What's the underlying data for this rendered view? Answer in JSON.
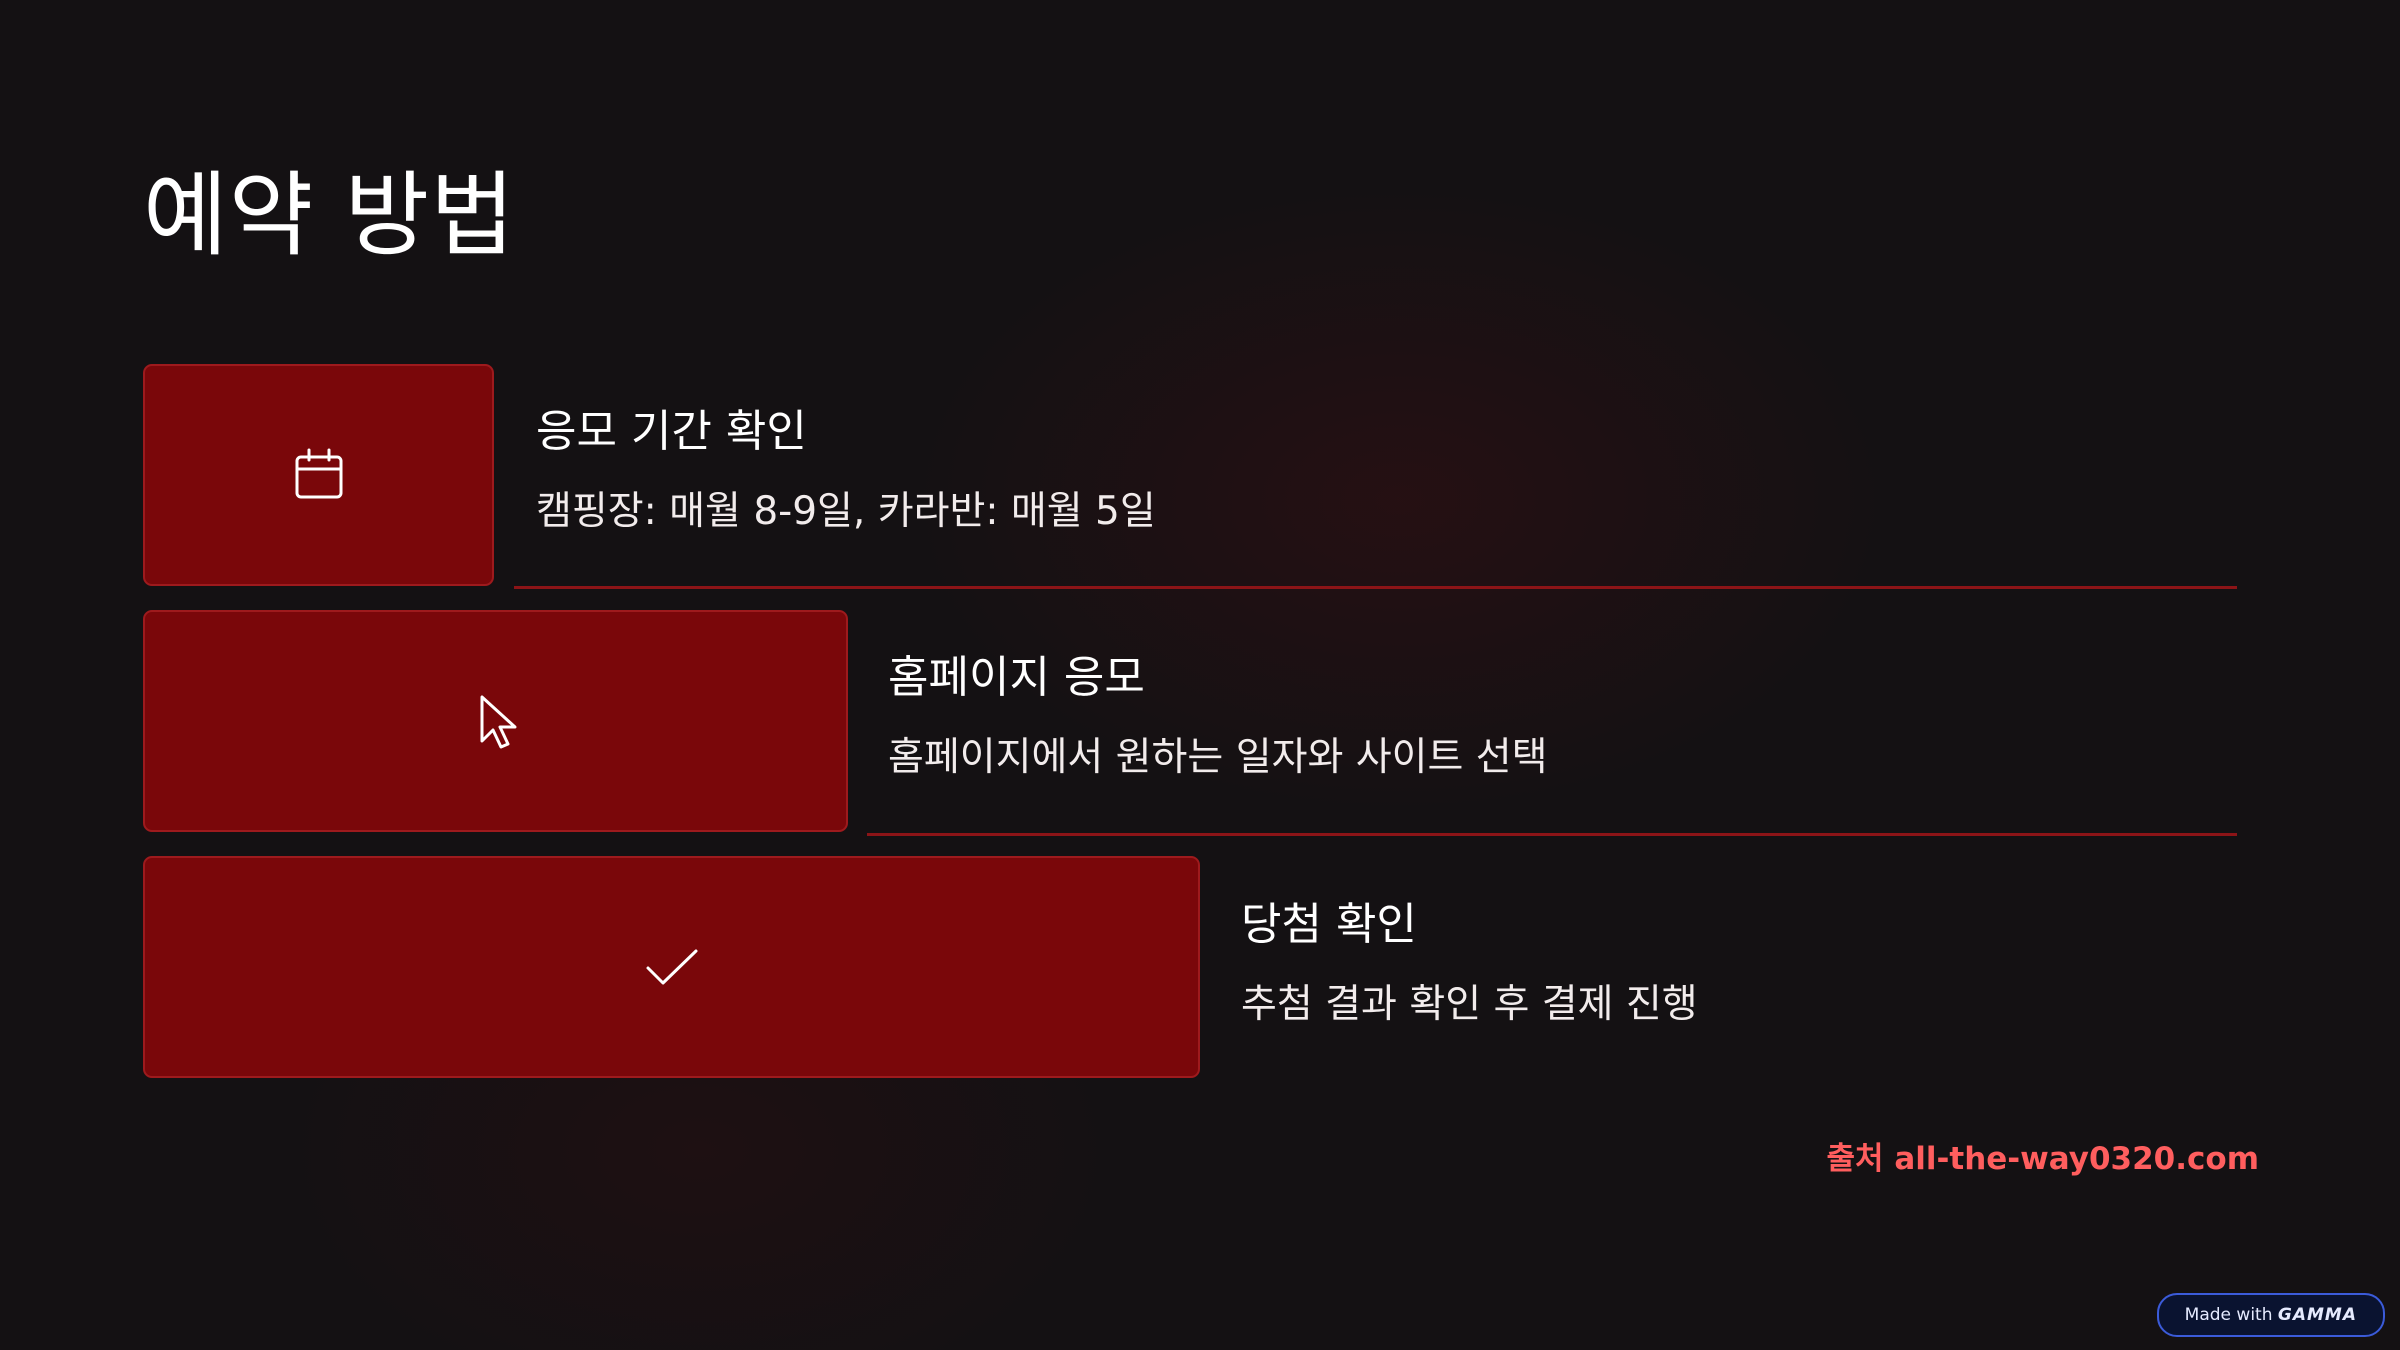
{
  "slide": {
    "title": "예약 방법",
    "steps": [
      {
        "icon": "calendar-icon",
        "heading": "응모 기간 확인",
        "description": "캠핑장: 매월 8-9일, 카라반: 매월 5일"
      },
      {
        "icon": "cursor-pointer-icon",
        "heading": "홈페이지 응모",
        "description": "홈페이지에서 원하는 일자와 사이트 선택"
      },
      {
        "icon": "checkmark-icon",
        "heading": "당첨 확인",
        "description": "추첨 결과 확인 후 결제 진행"
      }
    ],
    "source": "출처 all-the-way0320.com"
  },
  "badge": {
    "prefix": "Made with",
    "brand": "GAMMA"
  },
  "colors": {
    "background": "#141113",
    "box_fill": "#7a070a",
    "divider": "#8c1417",
    "source_text": "#ff5e5e",
    "badge_fill": "#0a1330",
    "badge_border": "#3b5bd9"
  }
}
